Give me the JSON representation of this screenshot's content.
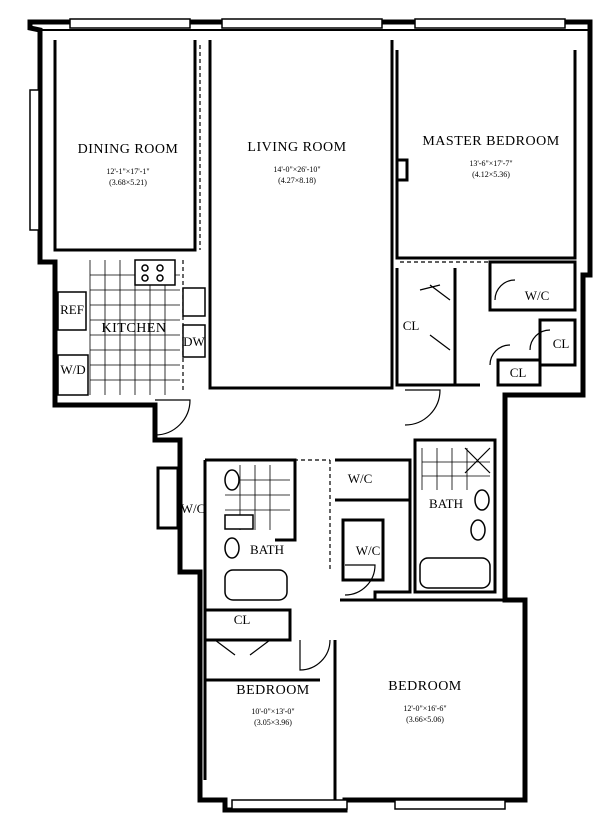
{
  "rooms": {
    "dining": {
      "name": "DINING ROOM",
      "dim_imperial": "12'-1\"×17'-1\"",
      "dim_metric": "(3.68×5.21)"
    },
    "living": {
      "name": "LIVING ROOM",
      "dim_imperial": "14'-0\"×26'-10\"",
      "dim_metric": "(4.27×8.18)"
    },
    "master": {
      "name": "MASTER BEDROOM",
      "dim_imperial": "13'-6\"×17'-7\"",
      "dim_metric": "(4.12×5.36)"
    },
    "kitchen": {
      "name": "KITCHEN"
    },
    "bedroom2": {
      "name": "BEDROOM",
      "dim_imperial": "10'-0\"×13'-0\"",
      "dim_metric": "(3.05×3.96)"
    },
    "bedroom3": {
      "name": "BEDROOM",
      "dim_imperial": "12'-0\"×16'-6\"",
      "dim_metric": "(3.66×5.06)"
    }
  },
  "fixtures": {
    "ref": "REF",
    "dw": "DW",
    "wd": "W/D",
    "bath1": "BATH",
    "bath2": "BATH",
    "cl_master_hall": "CL",
    "cl_master_right": "CL",
    "cl_master_bottom": "CL",
    "cl_bedroom": "CL",
    "wc_master": "W/C",
    "wc_hall": "W/C",
    "wc_center": "W/C",
    "wc_bedroom": "W/C"
  }
}
